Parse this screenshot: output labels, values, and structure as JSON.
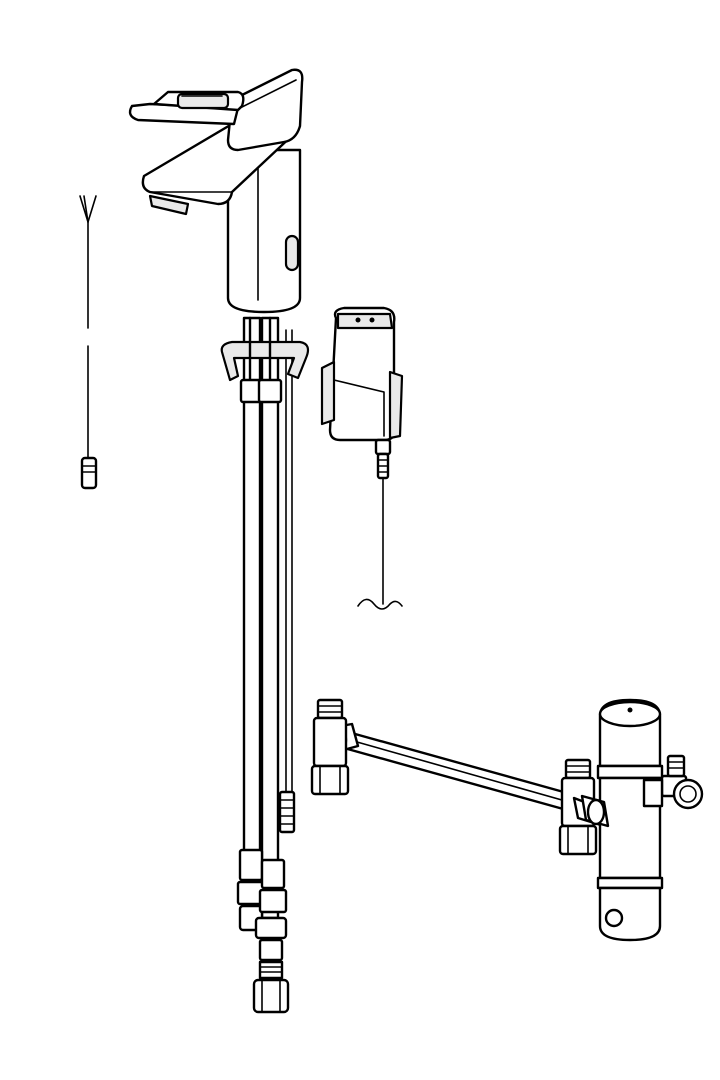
{
  "diagram": {
    "components": [
      {
        "id": "faucet",
        "icon": "basin-mixer-faucet"
      },
      {
        "id": "flex_hoses",
        "icon": "flexible-supply-hoses"
      },
      {
        "id": "power_cable",
        "icon": "connection-cable"
      },
      {
        "id": "control_box",
        "icon": "sensor-control-box"
      },
      {
        "id": "thermostatic_mixer",
        "icon": "thermostatic-mixing-valve"
      },
      {
        "id": "angle_valve",
        "icon": "angle-stop-valve"
      },
      {
        "id": "connection_pipe",
        "icon": "connection-pipe"
      }
    ],
    "colors": {
      "line": "#000000",
      "fill": "#ffffff",
      "shade": "#e9e9e9"
    }
  }
}
